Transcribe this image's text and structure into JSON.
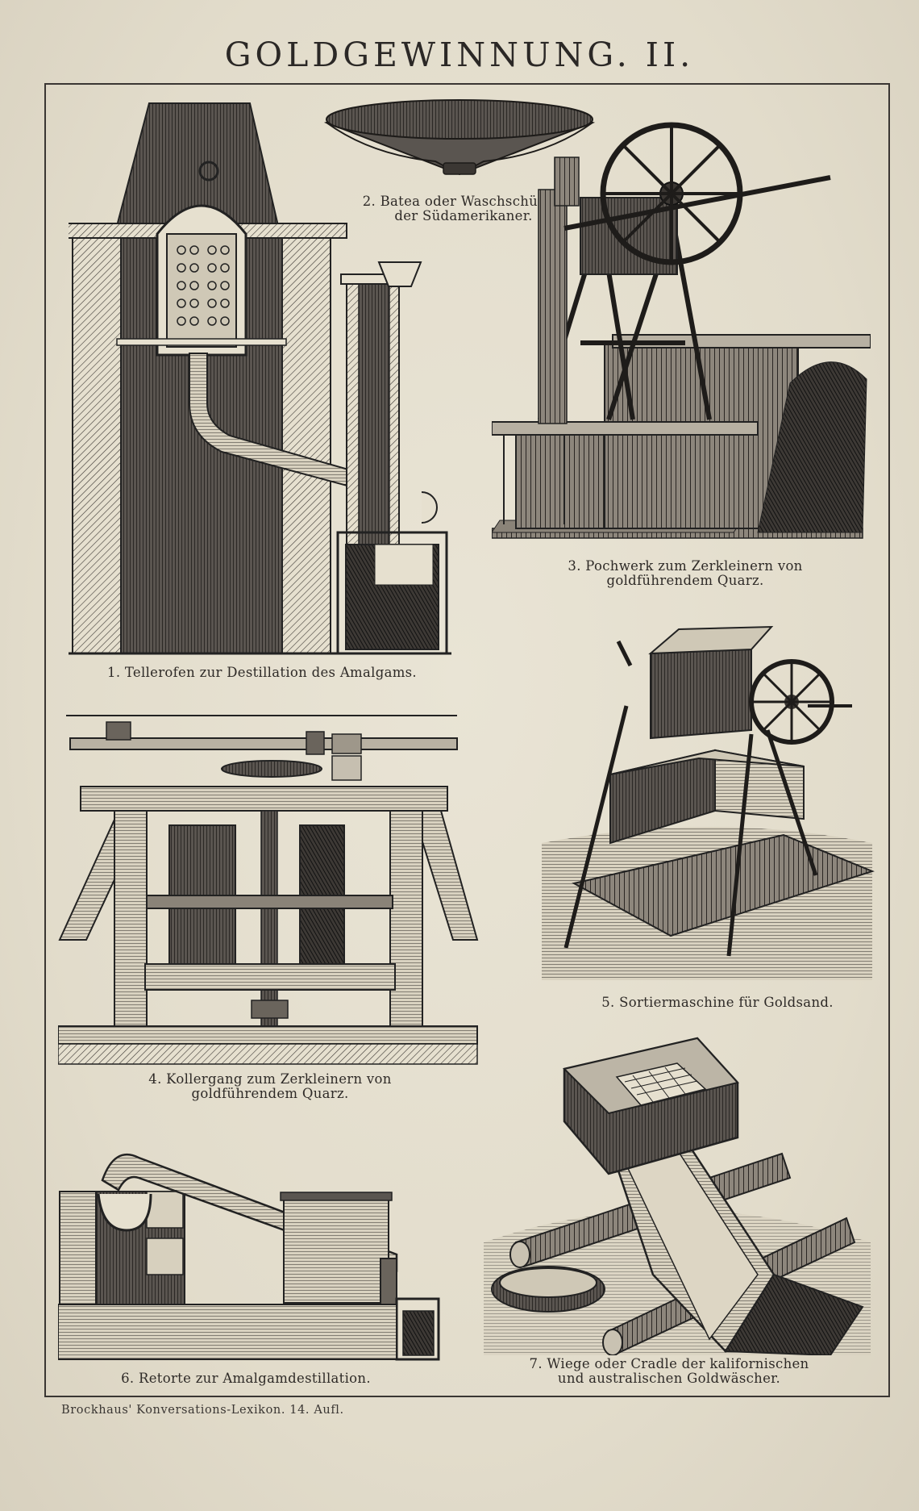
{
  "title": "GOLDGEWINNUNG. II.",
  "figures": [
    {
      "label_line1": "1. Tellerofen zur Destillation des Amalgams."
    },
    {
      "label_line1": "2. Batea oder Waschschüssel",
      "label_line2": "der Südamerikaner."
    },
    {
      "label_line1": "3. Pochwerk zum Zerkleinern von",
      "label_line2": "goldführendem Quarz."
    },
    {
      "label_line1": "4. Kollergang zum Zerkleinern von",
      "label_line2": "goldführendem Quarz."
    },
    {
      "label_line1": "5. Sortiermaschine für Goldsand."
    },
    {
      "label_line1": "6. Retorte zur Amalgamdestillation."
    },
    {
      "label_line1": "7. Wiege oder Cradle der kalifornischen",
      "label_line2": "und australischen Goldwäscher."
    }
  ],
  "footer": "Brockhaus' Konversations-Lexikon.  14. Aufl."
}
